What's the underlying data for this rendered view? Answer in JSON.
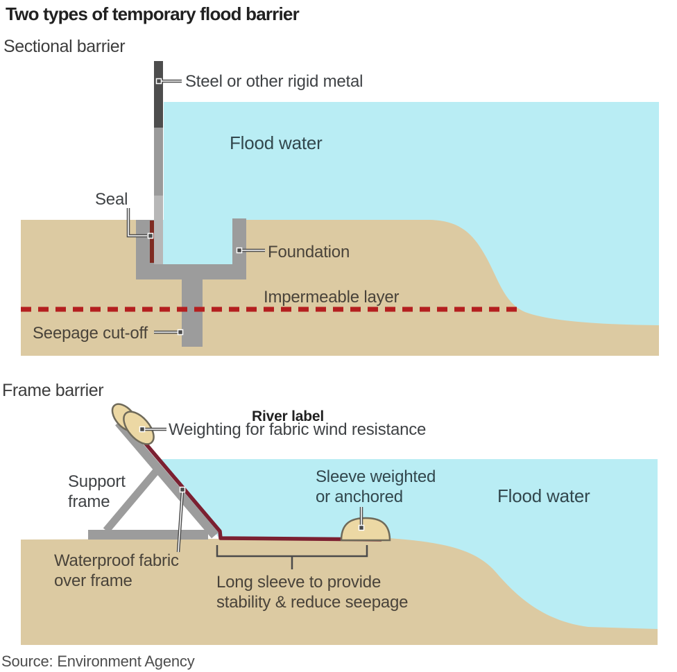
{
  "title": "Two types of temporary flood barrier",
  "source": "Source: Environment Agency",
  "sectional": {
    "heading": "Sectional barrier",
    "labels": {
      "steel": "Steel or other rigid metal",
      "flood_water": "Flood water",
      "seal": "Seal",
      "foundation": "Foundation",
      "impermeable": "Impermeable layer",
      "seepage": "Seepage cut-off"
    }
  },
  "frame": {
    "heading": "Frame barrier",
    "river_label": "River label",
    "labels": {
      "weighting": "Weighting for fabric wind resistance",
      "support": "Support frame",
      "sleeve": "Sleeve weighted or anchored",
      "flood_water": "Flood water",
      "waterproof": "Waterproof fabric over frame",
      "long_sleeve": "Long sleeve to provide stability & reduce seepage"
    }
  },
  "colors": {
    "water": "#b9edf4",
    "ground": "#dccaa2",
    "frame_gray": "#9c9c9c",
    "barrier_dark": "#4d4d4d",
    "barrier_mid": "#9a9a9a",
    "barrier_light": "#b7b7b7",
    "seal": "#7f2b22",
    "impermeable_dash": "#b41f1f",
    "fabric": "#7b2031",
    "weight_fill": "#ecd8a4",
    "weight_outline": "#6f6a5a",
    "leader": "#4a4a4a",
    "title": "#212121",
    "heading": "#3d3d3d",
    "text": "#3f4245",
    "text_on_sand": "#49433a",
    "text_on_water": "#32474d",
    "source": "#4d4d4d"
  }
}
